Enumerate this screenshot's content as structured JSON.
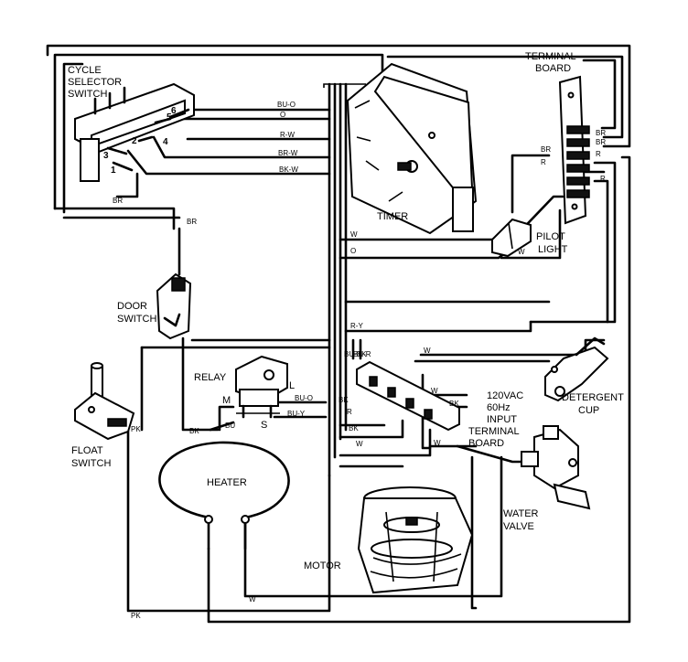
{
  "components": {
    "cycle_selector_switch": [
      "CYCLE",
      "SELECTOR",
      "SWITCH"
    ],
    "terminal_board": [
      "TERMINAL",
      "BOARD"
    ],
    "timer": "TIMER",
    "pilot_light": [
      "PILOT",
      "LIGHT"
    ],
    "door_switch": [
      "DOOR",
      "SWITCH"
    ],
    "relay": "RELAY",
    "float_switch": [
      "FLOAT",
      "SWITCH"
    ],
    "heater": "HEATER",
    "motor": "MOTOR",
    "detergent_cup": [
      "DETERGENT",
      "CUP"
    ],
    "water_valve": [
      "WATER",
      "VALVE"
    ],
    "input_terminal_board": [
      "120VAC",
      "60Hz",
      "INPUT",
      "TERMINAL",
      "BOARD"
    ]
  },
  "switch_terminals": [
    "3",
    "2",
    "1",
    "4",
    "5",
    "6"
  ],
  "relay_terminals": [
    "M",
    "L",
    "S"
  ],
  "wire_labels": {
    "bu_o": "BU-O",
    "o": "O",
    "r_w": "R-W",
    "br_w": "BR-W",
    "bk_w": "BK-W",
    "br_switch": "BR",
    "br_door": "BR",
    "br_tb1": "BR",
    "br_tb2": "BR",
    "br_tb3": "BR",
    "r_tb1": "R",
    "r_tb2": "R",
    "r_tb3": "R",
    "w_timer": "W",
    "o_timer": "O",
    "w_pilot": "W",
    "r_y": "R-Y",
    "bu_bk": "BU-BK",
    "bu_r": "BU-R",
    "w_relay": "W",
    "w_itb1": "W",
    "w_itb2": "W",
    "bk_itb": "BK",
    "bu_o_relay": "BU-O",
    "bu_y_relay": "BU-Y",
    "bu_relay": "BU",
    "bk_relay": "BK",
    "bk_motor": "BK",
    "r_motor": "R",
    "w_motor": "W",
    "bk_lower": "BK",
    "pk_float": "PK",
    "pk_bottom": "PK",
    "w_heater": "W"
  }
}
